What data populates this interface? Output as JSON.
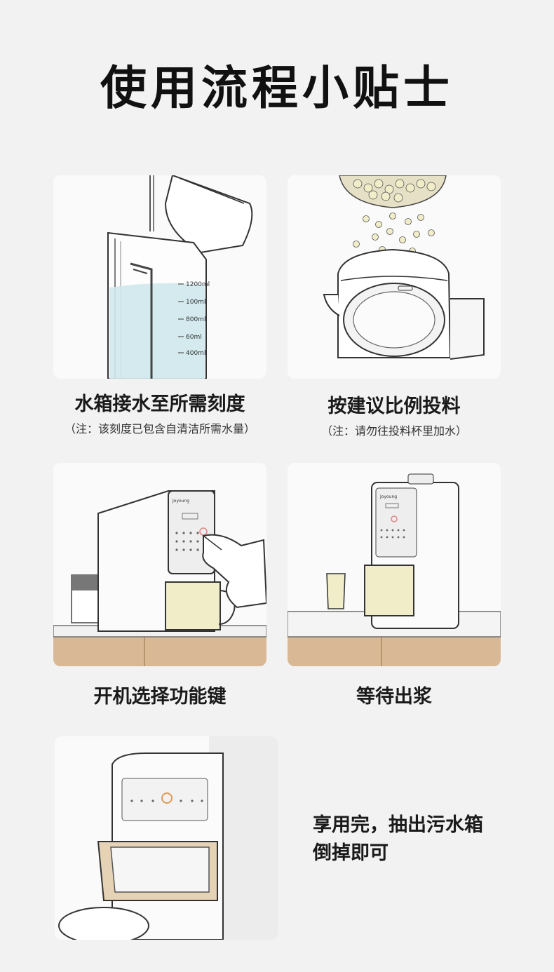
{
  "header": {
    "title": "使用流程小贴士"
  },
  "steps": [
    {
      "title": "水箱接水至所需刻度",
      "note": "（注：该刻度已包含自清洁所需水量）",
      "marks": [
        "1200ml",
        "100ml",
        "800ml",
        "60ml",
        "400ml"
      ]
    },
    {
      "title": "按建议比例投料",
      "note": "（注：请勿往投料杯里加水）"
    },
    {
      "title": "开机选择功能键",
      "note": ""
    },
    {
      "title": "等待出浆",
      "note": ""
    },
    {
      "title_line1": "享用完，抽出污水箱",
      "title_line2": "倒掉即可"
    }
  ],
  "colors": {
    "background": "#f2f2f2",
    "card": "#fafafa",
    "water": "#cfe8ec",
    "wood": "#d9b896",
    "soy": "#f1edc8"
  }
}
